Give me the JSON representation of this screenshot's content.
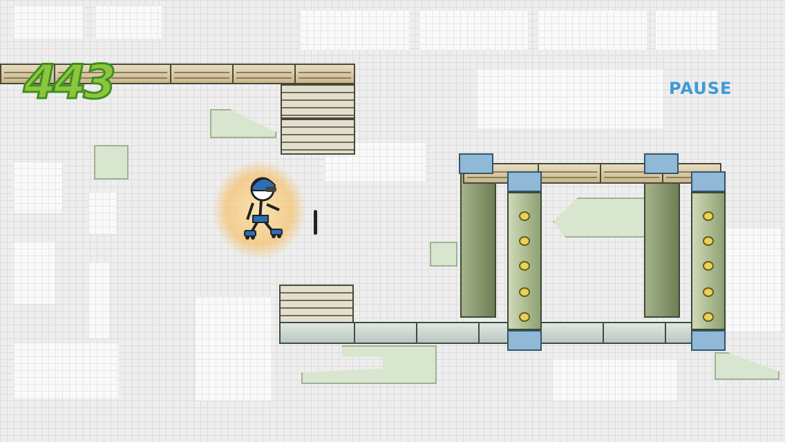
{
  "hud": {
    "score": "443",
    "pause_label": "PAUSE"
  },
  "colors": {
    "score_fill": "#8cc63f",
    "score_outline": "#3f8f1f",
    "pause": "#3f9ad6",
    "aura": "#f5c16c"
  },
  "player": {
    "state": "running-with-shield",
    "icon": "skater-stickman-icon"
  }
}
